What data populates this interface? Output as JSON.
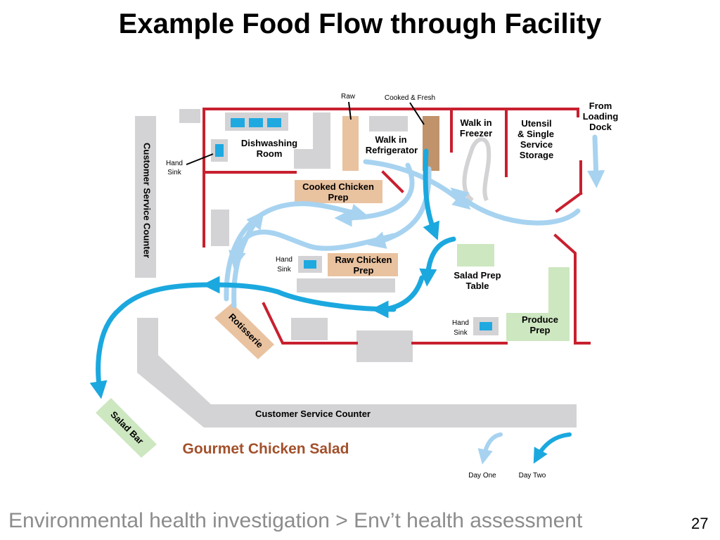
{
  "title": "Example Food Flow through Facility",
  "footer": {
    "breadcrumb": "Environmental health investigation > Env’t health assessment",
    "page_number": "27"
  },
  "diagram": {
    "callouts": {
      "raw": "Raw",
      "cooked_fresh": "Cooked & Fresh",
      "hand_sink_left_1": "Hand",
      "hand_sink_left_2": "Sink",
      "hand_sink_mid_1": "Hand",
      "hand_sink_mid_2": "Sink",
      "hand_sink_right_1": "Hand",
      "hand_sink_right_2": "Sink"
    },
    "rooms": {
      "dishwashing_1": "Dishwashing",
      "dishwashing_2": "Room",
      "walk_in_refrigerator_1": "Walk in",
      "walk_in_refrigerator_2": "Refrigerator",
      "walk_in_freezer_1": "Walk in",
      "walk_in_freezer_2": "Freezer",
      "utensil_1": "Utensil",
      "utensil_2": "& Single",
      "utensil_3": "Service",
      "utensil_4": "Storage",
      "from_loading_1": "From",
      "from_loading_2": "Loading",
      "from_loading_3": "Dock"
    },
    "stations": {
      "cooked_chicken_prep_1": "Cooked Chicken",
      "cooked_chicken_prep_2": "Prep",
      "raw_chicken_prep_1": "Raw Chicken",
      "raw_chicken_prep_2": "Prep",
      "salad_prep_table_1": "Salad Prep",
      "salad_prep_table_2": "Table",
      "produce_prep_1": "Produce",
      "produce_prep_2": "Prep",
      "rotisserie": "Rotisserie",
      "salad_bar": "Salad Bar",
      "customer_service_counter_left": "Customer Service Counter",
      "customer_service_counter_bottom": "Customer Service Counter"
    },
    "recipe": "Gourmet Chicken Salad",
    "legend": {
      "day_one": "Day One",
      "day_two": "Day Two"
    },
    "colors": {
      "wall": "#c8202f",
      "day_one_flow": "#a7d3f0",
      "day_two_flow": "#1ba8df",
      "counter_gray": "#d3d3d5",
      "prep_tan": "#e9c2a0",
      "produce_green": "#cde7c0",
      "sink_blue": "#1fa9e1",
      "recipe_brown": "#a3502b"
    }
  }
}
